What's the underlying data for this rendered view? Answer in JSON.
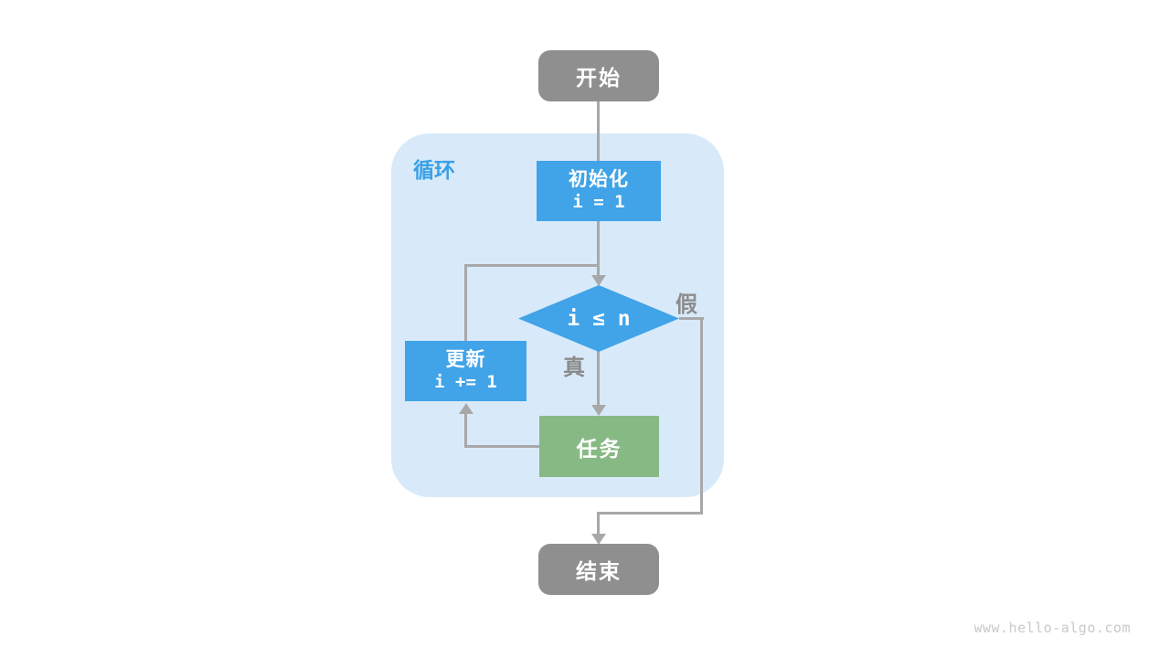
{
  "page": {
    "watermark": "www.hello-algo.com"
  },
  "diagram": {
    "type": "flowchart",
    "loop_label": "循环",
    "nodes": {
      "start": {
        "label": "开始",
        "shape": "rounded",
        "color": "#8f8f8f"
      },
      "init": {
        "label": "初始化",
        "code": "i = 1",
        "shape": "rect",
        "color": "#41a3e8"
      },
      "condition": {
        "label": "i ≤ n",
        "shape": "diamond",
        "color": "#41a3e8"
      },
      "task": {
        "label": "任务",
        "shape": "rect",
        "color": "#87b985"
      },
      "update": {
        "label": "更新",
        "code": "i += 1",
        "shape": "rect",
        "color": "#41a3e8"
      },
      "end": {
        "label": "结束",
        "shape": "rounded",
        "color": "#8f8f8f"
      }
    },
    "edges": [
      {
        "from": "start",
        "to": "init"
      },
      {
        "from": "init",
        "to": "condition"
      },
      {
        "from": "condition",
        "to": "task",
        "label": "真"
      },
      {
        "from": "task",
        "to": "update"
      },
      {
        "from": "update",
        "to": "condition"
      },
      {
        "from": "condition",
        "to": "end",
        "label": "假"
      }
    ],
    "edge_labels": {
      "true": "真",
      "false": "假"
    },
    "colors": {
      "process_blue": "#41a3e8",
      "task_green": "#87b985",
      "terminal_gray": "#8f8f8f",
      "loop_background": "#d8eaf9",
      "loop_label_blue": "#3aa0e6",
      "edge_gray": "#a8a8a8",
      "edge_label_gray": "#8c8c8c",
      "watermark_gray": "#c9c9c9"
    }
  }
}
